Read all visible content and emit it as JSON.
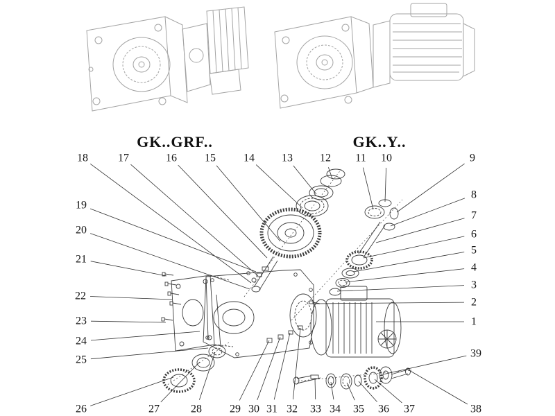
{
  "titles": {
    "left": "GK..GRF..",
    "right": "GK..Y.."
  },
  "colors": {
    "background": "#ffffff",
    "line_art": "#a3a3a3",
    "diagram": "#3d3d3d",
    "leader": "#2e2e2e",
    "text": "#141414",
    "title": "#111111"
  },
  "callouts": [
    {
      "num": "18",
      "label": [
        119,
        228
      ],
      "target": [
        362,
        408
      ]
    },
    {
      "num": "17",
      "label": [
        178,
        228
      ],
      "target": [
        372,
        398
      ]
    },
    {
      "num": "16",
      "label": [
        247,
        228
      ],
      "target": [
        385,
        372
      ]
    },
    {
      "num": "15",
      "label": [
        303,
        228
      ],
      "target": [
        404,
        348
      ]
    },
    {
      "num": "14",
      "label": [
        359,
        228
      ],
      "target": [
        436,
        300
      ]
    },
    {
      "num": "13",
      "label": [
        414,
        228
      ],
      "target": [
        456,
        280
      ]
    },
    {
      "num": "12",
      "label": [
        469,
        228
      ],
      "target": [
        479,
        258
      ]
    },
    {
      "num": "11",
      "label": [
        520,
        228
      ],
      "target": [
        538,
        302
      ]
    },
    {
      "num": "10",
      "label": [
        557,
        228
      ],
      "target": [
        555,
        291
      ]
    },
    {
      "num": "9",
      "label": [
        681,
        228
      ],
      "target": [
        572,
        306
      ]
    },
    {
      "num": "8",
      "label": [
        683,
        281
      ],
      "target": [
        563,
        326
      ]
    },
    {
      "num": "7",
      "label": [
        683,
        311
      ],
      "target": [
        542,
        350
      ]
    },
    {
      "num": "6",
      "label": [
        683,
        338
      ],
      "target": [
        524,
        372
      ]
    },
    {
      "num": "5",
      "label": [
        683,
        361
      ],
      "target": [
        509,
        392
      ]
    },
    {
      "num": "4",
      "label": [
        683,
        386
      ],
      "target": [
        497,
        407
      ]
    },
    {
      "num": "3",
      "label": [
        683,
        411
      ],
      "target": [
        486,
        420
      ]
    },
    {
      "num": "2",
      "label": [
        683,
        436
      ],
      "target": [
        453,
        438
      ]
    },
    {
      "num": "1",
      "label": [
        683,
        464
      ],
      "target": [
        542,
        464
      ]
    },
    {
      "num": "39",
      "label": [
        686,
        510
      ],
      "target": [
        552,
        540
      ]
    },
    {
      "num": "19",
      "label": [
        117,
        296
      ],
      "target": [
        369,
        392
      ]
    },
    {
      "num": "20",
      "label": [
        117,
        332
      ],
      "target": [
        360,
        417
      ]
    },
    {
      "num": "21",
      "label": [
        117,
        374
      ],
      "target": [
        240,
        398
      ]
    },
    {
      "num": "22",
      "label": [
        116,
        427
      ],
      "target": [
        248,
        432
      ]
    },
    {
      "num": "23",
      "label": [
        117,
        463
      ],
      "target": [
        239,
        465
      ]
    },
    {
      "num": "24",
      "label": [
        117,
        492
      ],
      "target": [
        288,
        478
      ]
    },
    {
      "num": "25",
      "label": [
        117,
        519
      ],
      "target": [
        300,
        502
      ]
    },
    {
      "num": "26",
      "label": [
        117,
        590
      ],
      "target": [
        250,
        544
      ]
    },
    {
      "num": "27",
      "label": [
        222,
        590
      ],
      "target": [
        288,
        522
      ]
    },
    {
      "num": "28",
      "label": [
        283,
        590
      ],
      "target": [
        310,
        508
      ]
    },
    {
      "num": "29",
      "label": [
        339,
        590
      ],
      "target": [
        388,
        491
      ]
    },
    {
      "num": "30",
      "label": [
        366,
        590
      ],
      "target": [
        404,
        486
      ]
    },
    {
      "num": "31",
      "label": [
        392,
        590
      ],
      "target": [
        418,
        480
      ]
    },
    {
      "num": "32",
      "label": [
        421,
        590
      ],
      "target": [
        433,
        473
      ]
    },
    {
      "num": "33",
      "label": [
        455,
        590
      ],
      "target": [
        454,
        546
      ]
    },
    {
      "num": "34",
      "label": [
        483,
        590
      ],
      "target": [
        477,
        551
      ]
    },
    {
      "num": "35",
      "label": [
        517,
        590
      ],
      "target": [
        500,
        552
      ]
    },
    {
      "num": "36",
      "label": [
        553,
        590
      ],
      "target": [
        517,
        550
      ]
    },
    {
      "num": "37",
      "label": [
        590,
        590
      ],
      "target": [
        540,
        547
      ]
    },
    {
      "num": "38",
      "label": [
        686,
        590
      ],
      "target": [
        588,
        533
      ]
    }
  ]
}
